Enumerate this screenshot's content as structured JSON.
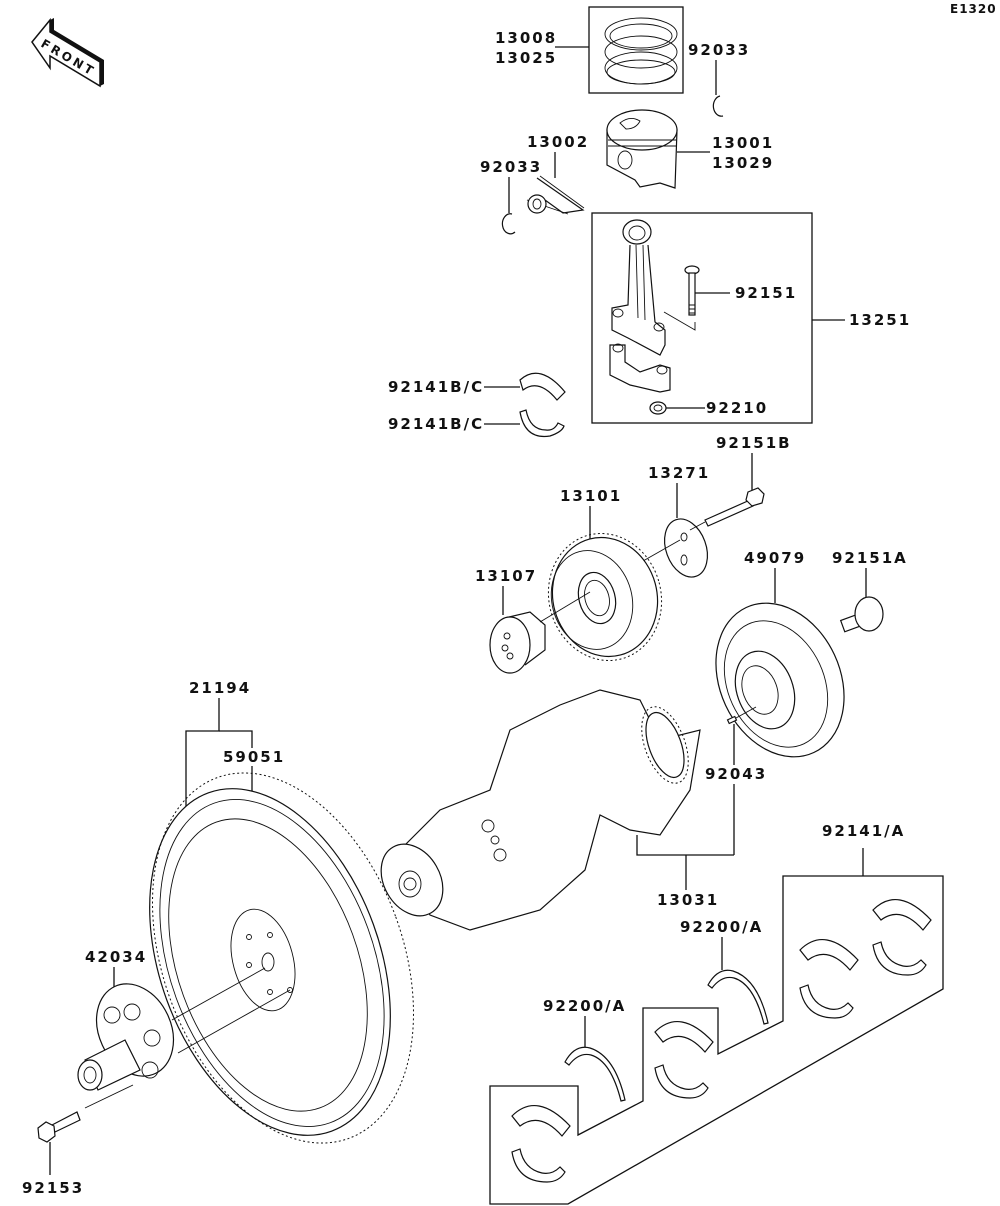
{
  "diagram": {
    "title_code": "E1320",
    "front_marker": "FRONT",
    "labels": {
      "rings": [
        "13008",
        "13025"
      ],
      "circlip_upper": "92033",
      "piston": [
        "13001",
        "13029"
      ],
      "piston_pin": "13002",
      "circlip_lower": "92033",
      "conrod_assy": "13251",
      "conrod_bolt": "92151",
      "conrod_nut": "92210",
      "conrod_bearing_upper": "92141B/C",
      "conrod_bearing_lower": "92141B/C",
      "bolt_92151b": "92151B",
      "plate_13271": "13271",
      "gear_13101": "13101",
      "shaft_13107": "13107",
      "housing_49079": "49079",
      "bolt_92151a": "92151A",
      "flywheel_assy": "21194",
      "ring_gear": "59051",
      "pin_92043": "92043",
      "crankshaft": "13031",
      "main_bearing": "92141/A",
      "thrust_washer_upper": "92200/A",
      "thrust_washer_lower": "92200/A",
      "coupling": "42034",
      "flywheel_bolt": "92153"
    }
  }
}
